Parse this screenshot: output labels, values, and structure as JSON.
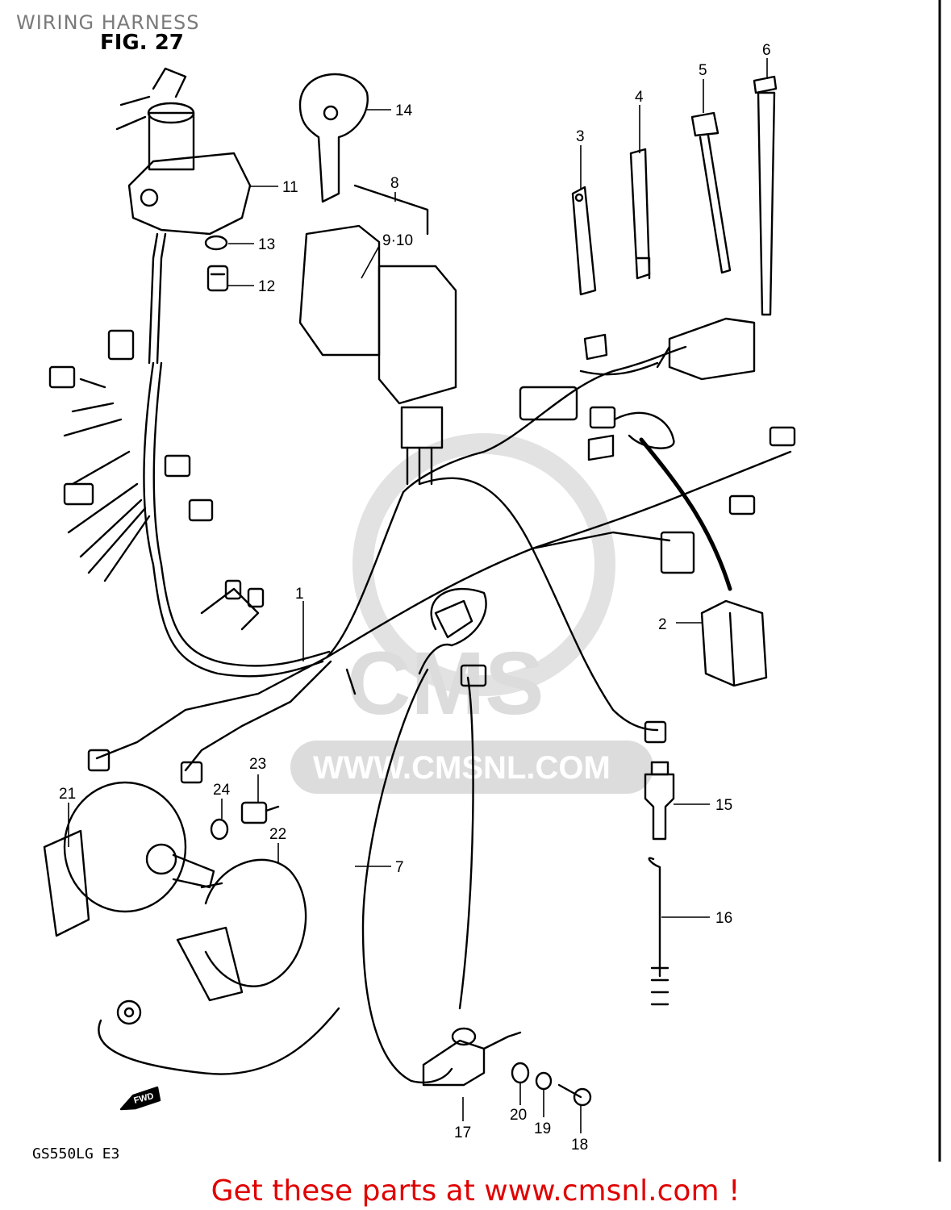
{
  "header": {
    "section_title": "WIRING HARNESS",
    "figure_label": "FIG. 27"
  },
  "model_code": "GS550LG  E3",
  "watermark": {
    "brand": "CMS",
    "url": "WWW.CMSNL.COM"
  },
  "fwd_arrow_label": "FWD",
  "footer": {
    "cta_text": "Get these parts at www.cmsnl.com !",
    "cta_color": "#e00000"
  },
  "callouts": [
    "1",
    "2",
    "3",
    "4",
    "5",
    "6",
    "7",
    "8",
    "9·10",
    "11",
    "12",
    "13",
    "14",
    "15",
    "16",
    "17",
    "18",
    "19",
    "20",
    "21",
    "22",
    "23",
    "24"
  ],
  "colors": {
    "line_art": "#000000",
    "header_text": "#7a7a7a",
    "watermark": "#dcdcdc",
    "background": "#ffffff"
  }
}
